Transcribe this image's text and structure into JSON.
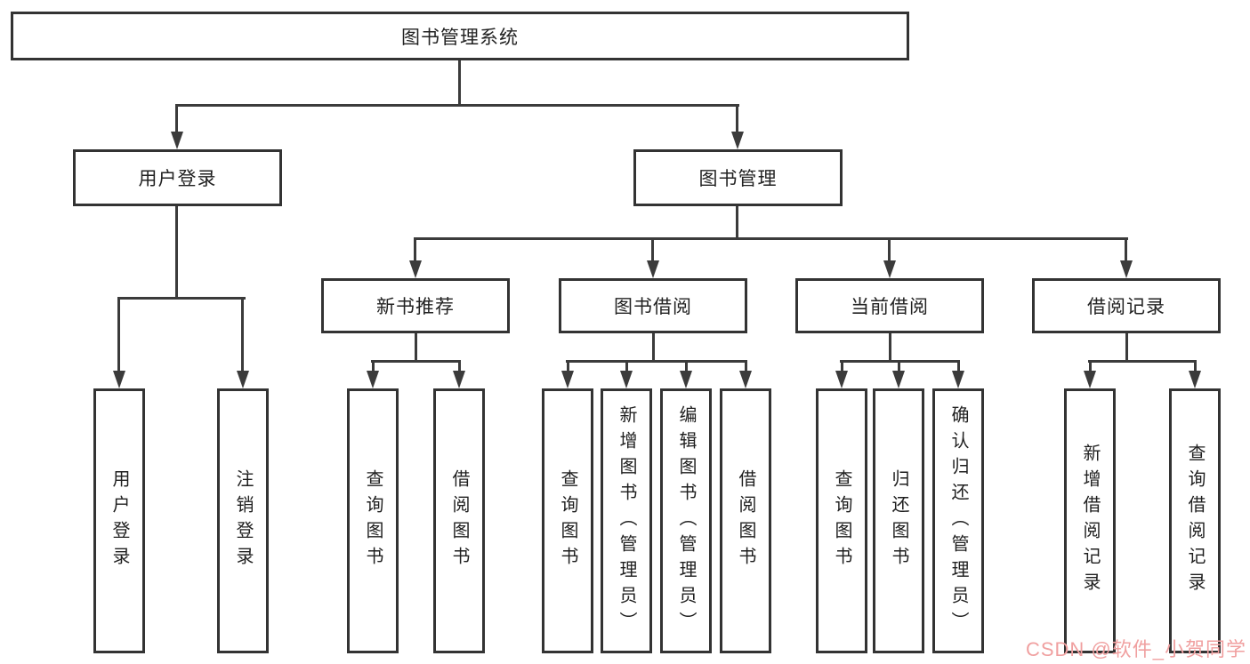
{
  "diagram": {
    "root": {
      "label": "图书管理系统"
    },
    "branches": [
      {
        "label": "用户登录",
        "leaves": [
          {
            "label": "用户登录"
          },
          {
            "label": "注销登录"
          }
        ]
      },
      {
        "label": "图书管理",
        "groups": [
          {
            "label": "新书推荐",
            "leaves": [
              {
                "label": "查询图书"
              },
              {
                "label": "借阅图书"
              }
            ]
          },
          {
            "label": "图书借阅",
            "leaves": [
              {
                "label": "查询图书"
              },
              {
                "label": "新增图书（管理员）"
              },
              {
                "label": "编辑图书（管理员）"
              },
              {
                "label": "借阅图书"
              }
            ]
          },
          {
            "label": "当前借阅",
            "leaves": [
              {
                "label": "查询图书"
              },
              {
                "label": "归还图书"
              },
              {
                "label": "确认归还（管理员）"
              }
            ]
          },
          {
            "label": "借阅记录",
            "leaves": [
              {
                "label": "新增借阅记录"
              },
              {
                "label": "查询借阅记录"
              }
            ]
          }
        ]
      }
    ]
  },
  "watermark": {
    "text": "CSDN @软件_小贺同学",
    "color": "#f0a0a0"
  },
  "colors": {
    "line": "#3b3b3b",
    "box_border": "#333333",
    "box_fill": "#ffffff",
    "text": "#1f1f1f"
  }
}
